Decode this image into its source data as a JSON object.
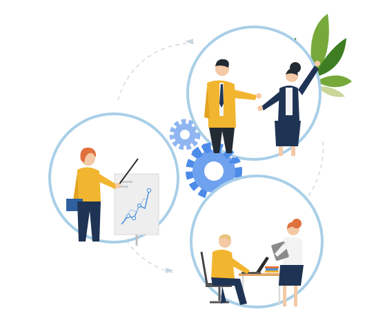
{
  "illustration": {
    "subject": "teamwork-business-illustration",
    "colors": {
      "ring": "#a9cfe8",
      "dashed": "#c9d6df",
      "gear_dark": "#4d8be8",
      "gear_light": "#8fb6f1",
      "leaf_dark": "#3f7d22",
      "leaf_mid": "#77a93a",
      "leaf_light": "#c8d69a",
      "yellow": "#f2b52f",
      "navy": "#1f3455",
      "skin": "#f4c9a6",
      "hair_red": "#e0703e",
      "hair_dark": "#222a33",
      "hair_blond": "#e7c27a",
      "board": "#eeeeee",
      "chart_line": "#4a90d9",
      "white_shirt": "#f3f3f3",
      "table": "#e0a769"
    },
    "scenes": [
      {
        "name": "presenter-scene",
        "icon": "presentation-icon"
      },
      {
        "name": "handshake-scene",
        "icon": "team-success-icon"
      },
      {
        "name": "office-work-scene",
        "icon": "laptop-work-icon"
      }
    ],
    "elements": [
      "gears",
      "leaves",
      "dashed-ring"
    ]
  }
}
